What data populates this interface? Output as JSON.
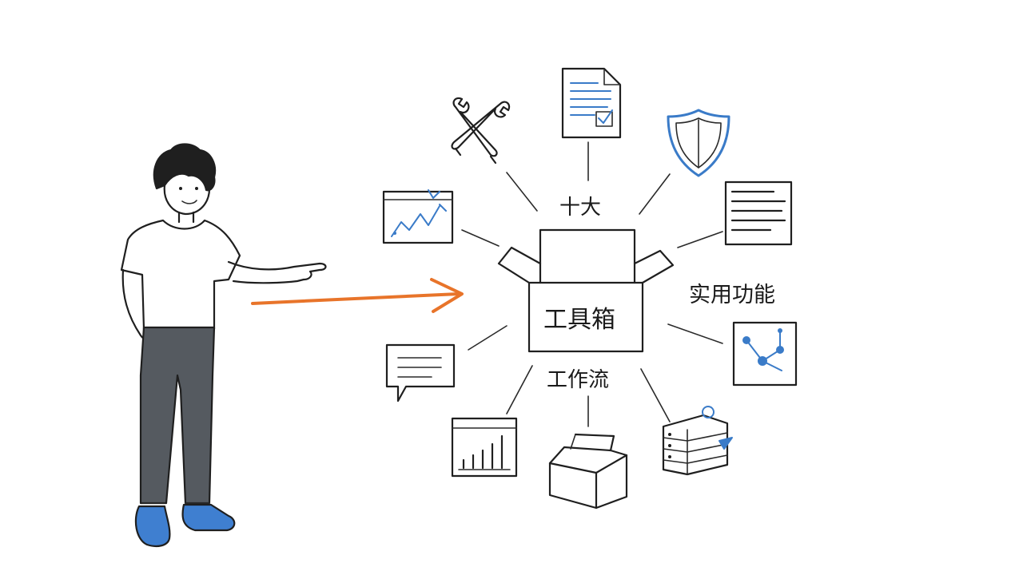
{
  "labels": {
    "top": "十大",
    "right": "实用功能",
    "center": "工具箱",
    "bottom": "工作流"
  },
  "colors": {
    "arrow": "#e8742a",
    "accent_blue": "#3a7bc8",
    "shoe_blue": "#3f7fd0",
    "pants": "#555a60",
    "ink": "#1f1f1f"
  },
  "icons": [
    "tools-icon",
    "document-checklist-icon",
    "shield-icon",
    "chart-window-icon",
    "text-panel-icon",
    "speech-bubble-icon",
    "network-graph-icon",
    "bar-chart-window-icon",
    "open-box-icon",
    "server-stack-icon"
  ]
}
